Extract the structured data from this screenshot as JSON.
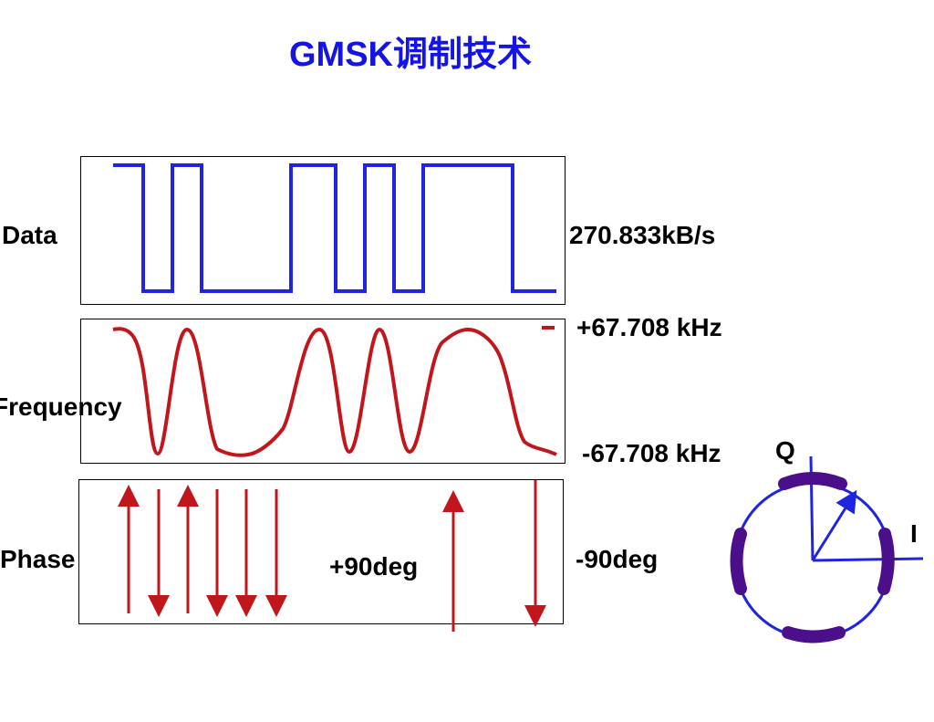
{
  "title": "GMSK调制技术",
  "colors": {
    "title": "#1414e6",
    "data_wave": "#1f24e0",
    "frequency_wave": "#c0161c",
    "phase_arrows": "#c0161c",
    "iq_circle": "#1f24e0",
    "iq_points": "#4b0f8c"
  },
  "rows": {
    "data": {
      "label": "Data",
      "rate": "270.833kB/s"
    },
    "frequency": {
      "label": "Frequency",
      "max": "+67.708 kHz",
      "min": "-67.708 kHz"
    },
    "phase": {
      "label": "Phase",
      "pos": "+90deg",
      "neg": "-90deg"
    }
  },
  "iq": {
    "q_label": "Q",
    "i_label": "I"
  }
}
